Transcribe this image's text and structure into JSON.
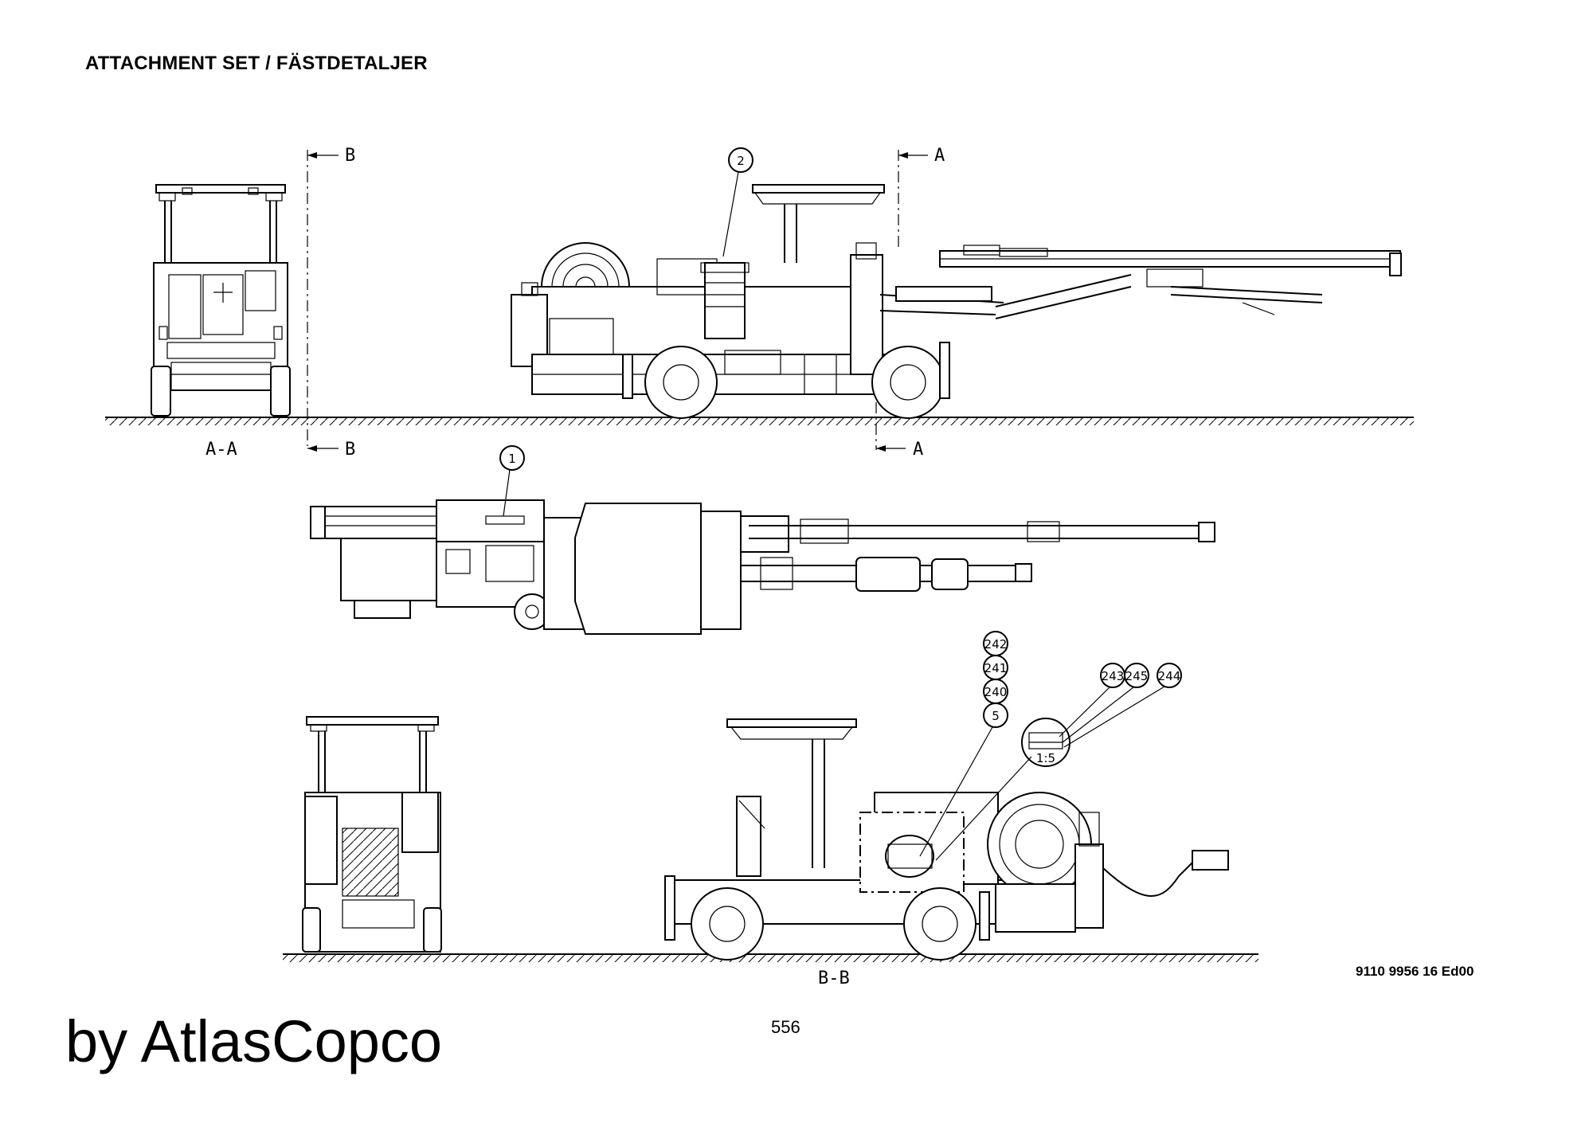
{
  "header": {
    "title": "ATTACHMENT SET / FÄSTDETALJER"
  },
  "section_labels": {
    "view_aa": "A-A",
    "view_bb": "B-B",
    "cut_b_top": "B",
    "cut_b_bottom": "B",
    "cut_a_top": "A",
    "cut_a_bottom": "A"
  },
  "callouts": {
    "c1": "1",
    "c2": "2",
    "c242": "242",
    "c241": "241",
    "c240": "240",
    "c5": "5",
    "c243": "243",
    "c245": "245",
    "c244": "244"
  },
  "detail_scale": "1:5",
  "footer": {
    "doc_number": "9110 9956 16 Ed00",
    "page_number": "556",
    "brand": "by AtlasCopco"
  }
}
